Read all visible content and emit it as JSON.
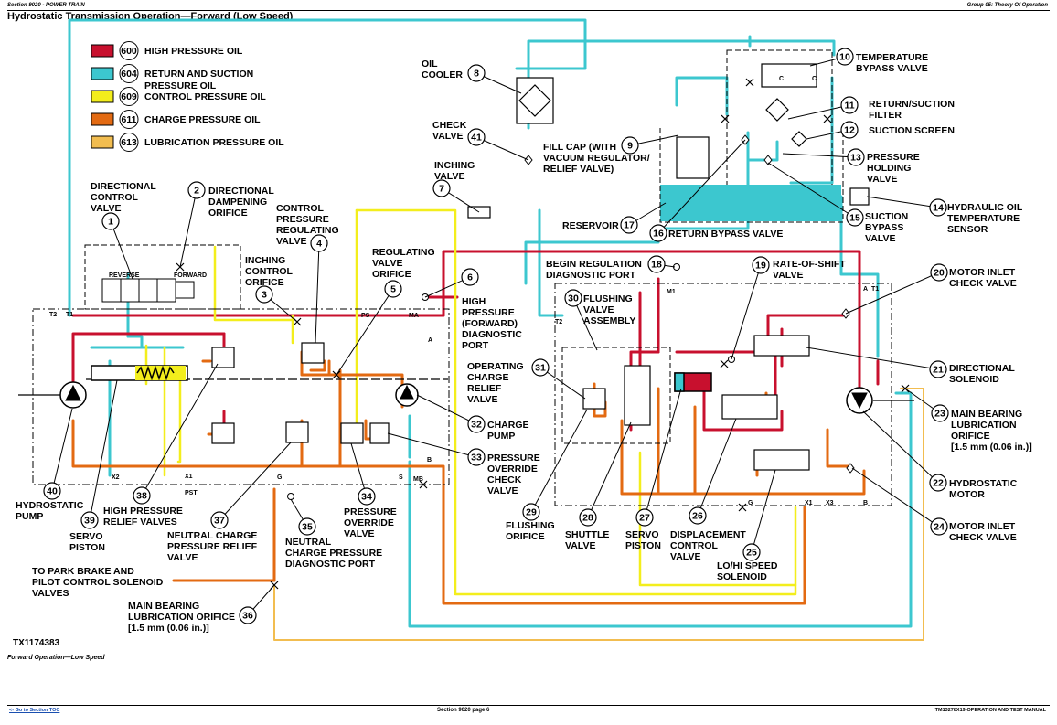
{
  "header": {
    "left": "Section 9020 - POWER TRAIN",
    "right": "Group 05: Theory Of Operation"
  },
  "title": "Hydrostatic Transmission Operation—Forward (Low Speed)",
  "legend": [
    {
      "num": "600",
      "label": "HIGH PRESSURE OIL",
      "color": "#c8102e"
    },
    {
      "num": "604",
      "label": "RETURN AND SUCTION",
      "label2": "PRESSURE OIL",
      "color": "#3cc7cf"
    },
    {
      "num": "609",
      "label": "CONTROL PRESSURE OIL",
      "color": "#f3ee1c"
    },
    {
      "num": "611",
      "label": "CHARGE PRESSURE OIL",
      "color": "#e36a12"
    },
    {
      "num": "613",
      "label": "LUBRICATION PRESSURE OIL",
      "color": "#f2bd50"
    }
  ],
  "callouts": [
    {
      "num": "1",
      "lines": [
        "DIRECTIONAL",
        "CONTROL",
        "VALVE"
      ]
    },
    {
      "num": "2",
      "lines": [
        "DIRECTIONAL",
        "DAMPENING",
        "ORIFICE"
      ]
    },
    {
      "num": "3",
      "lines": [
        "INCHING",
        "CONTROL",
        "ORIFICE"
      ]
    },
    {
      "num": "4",
      "lines": [
        "CONTROL",
        "PRESSURE",
        "REGULATING",
        "VALVE"
      ]
    },
    {
      "num": "5",
      "lines": [
        "REGULATING",
        "VALVE",
        "ORIFICE"
      ]
    },
    {
      "num": "6",
      "lines": [
        "HIGH",
        "PRESSURE",
        "(FORWARD)",
        "DIAGNOSTIC",
        "PORT"
      ]
    },
    {
      "num": "7",
      "lines": [
        "INCHING",
        "VALVE"
      ]
    },
    {
      "num": "8",
      "lines": [
        "OIL",
        "COOLER"
      ]
    },
    {
      "num": "9",
      "lines": [
        "FILL CAP (WITH",
        "VACUUM REGULATOR/",
        "RELIEF VALVE)"
      ]
    },
    {
      "num": "10",
      "lines": [
        "TEMPERATURE",
        "BYPASS VALVE"
      ]
    },
    {
      "num": "11",
      "lines": [
        "RETURN/SUCTION",
        "FILTER"
      ]
    },
    {
      "num": "12",
      "lines": [
        "SUCTION SCREEN"
      ]
    },
    {
      "num": "13",
      "lines": [
        "PRESSURE",
        "HOLDING",
        "VALVE"
      ]
    },
    {
      "num": "14",
      "lines": [
        "HYDRAULIC OIL",
        "TEMPERATURE",
        "SENSOR"
      ]
    },
    {
      "num": "15",
      "lines": [
        "SUCTION",
        "BYPASS",
        "VALVE"
      ]
    },
    {
      "num": "16",
      "lines": [
        "RETURN BYPASS VALVE"
      ]
    },
    {
      "num": "17",
      "lines": [
        "RESERVOIR"
      ]
    },
    {
      "num": "18",
      "lines": [
        "BEGIN REGULATION",
        "DIAGNOSTIC PORT"
      ]
    },
    {
      "num": "19",
      "lines": [
        "RATE-OF-SHIFT",
        "VALVE"
      ]
    },
    {
      "num": "20",
      "lines": [
        "MOTOR INLET",
        "CHECK VALVE"
      ]
    },
    {
      "num": "21",
      "lines": [
        "DIRECTIONAL",
        "SOLENOID"
      ]
    },
    {
      "num": "22",
      "lines": [
        "HYDROSTATIC",
        "MOTOR"
      ]
    },
    {
      "num": "23",
      "lines": [
        "MAIN BEARING",
        "LUBRICATION",
        "ORIFICE",
        "[1.5 mm (0.06 in.)]"
      ]
    },
    {
      "num": "24",
      "lines": [
        "MOTOR INLET",
        "CHECK VALVE"
      ]
    },
    {
      "num": "25",
      "lines": [
        "LO/HI SPEED",
        "SOLENOID"
      ]
    },
    {
      "num": "26",
      "lines": [
        "DISPLACEMENT",
        "CONTROL",
        "VALVE"
      ]
    },
    {
      "num": "27",
      "lines": [
        "SERVO",
        "PISTON"
      ]
    },
    {
      "num": "28",
      "lines": [
        "SHUTTLE",
        "VALVE"
      ]
    },
    {
      "num": "29",
      "lines": [
        "FLUSHING",
        "ORIFICE"
      ]
    },
    {
      "num": "30",
      "lines": [
        "FLUSHING",
        "VALVE",
        "ASSEMBLY"
      ]
    },
    {
      "num": "31",
      "lines": [
        "OPERATING",
        "CHARGE",
        "RELIEF",
        "VALVE"
      ]
    },
    {
      "num": "32",
      "lines": [
        "CHARGE",
        "PUMP"
      ]
    },
    {
      "num": "33",
      "lines": [
        "PRESSURE",
        "OVERRIDE",
        "CHECK",
        "VALVE"
      ]
    },
    {
      "num": "34",
      "lines": [
        "PRESSURE",
        "OVERRIDE",
        "VALVE"
      ]
    },
    {
      "num": "35",
      "lines": [
        "NEUTRAL",
        "CHARGE PRESSURE",
        "DIAGNOSTIC PORT"
      ]
    },
    {
      "num": "36",
      "lines": [
        "MAIN BEARING",
        "LUBRICATION ORIFICE",
        "[1.5 mm (0.06 in.)]"
      ]
    },
    {
      "num": "37",
      "lines": [
        "NEUTRAL CHARGE",
        "PRESSURE RELIEF",
        "VALVE"
      ]
    },
    {
      "num": "38",
      "lines": [
        "HIGH PRESSURE",
        "RELIEF VALVES"
      ]
    },
    {
      "num": "39",
      "lines": [
        "SERVO",
        "PISTON"
      ]
    },
    {
      "num": "40",
      "lines": [
        "HYDROSTATIC",
        "PUMP"
      ]
    },
    {
      "num": "41",
      "lines": [
        "CHECK",
        "VALVE"
      ]
    }
  ],
  "extra_labels": {
    "park_brake": [
      "TO PARK BRAKE AND",
      "PILOT CONTROL SOLENOID",
      "VALVES"
    ]
  },
  "ports": [
    "T2",
    "T1",
    "PS",
    "MA",
    "A",
    "X2",
    "X1",
    "PST",
    "G",
    "S",
    "MB",
    "B",
    "M1",
    "A",
    "T1",
    "T2",
    "G",
    "X1",
    "X3",
    "B",
    "REVERSE",
    "FORWARD",
    "C",
    "C"
  ],
  "figure_id": "TX1174383",
  "caption": "Forward Operation—Low Speed",
  "footer": {
    "left": "<- Go to Section TOC",
    "center": "Section 9020 page 6",
    "right": "TM13278X19-OPERATION AND TEST MANUAL"
  }
}
